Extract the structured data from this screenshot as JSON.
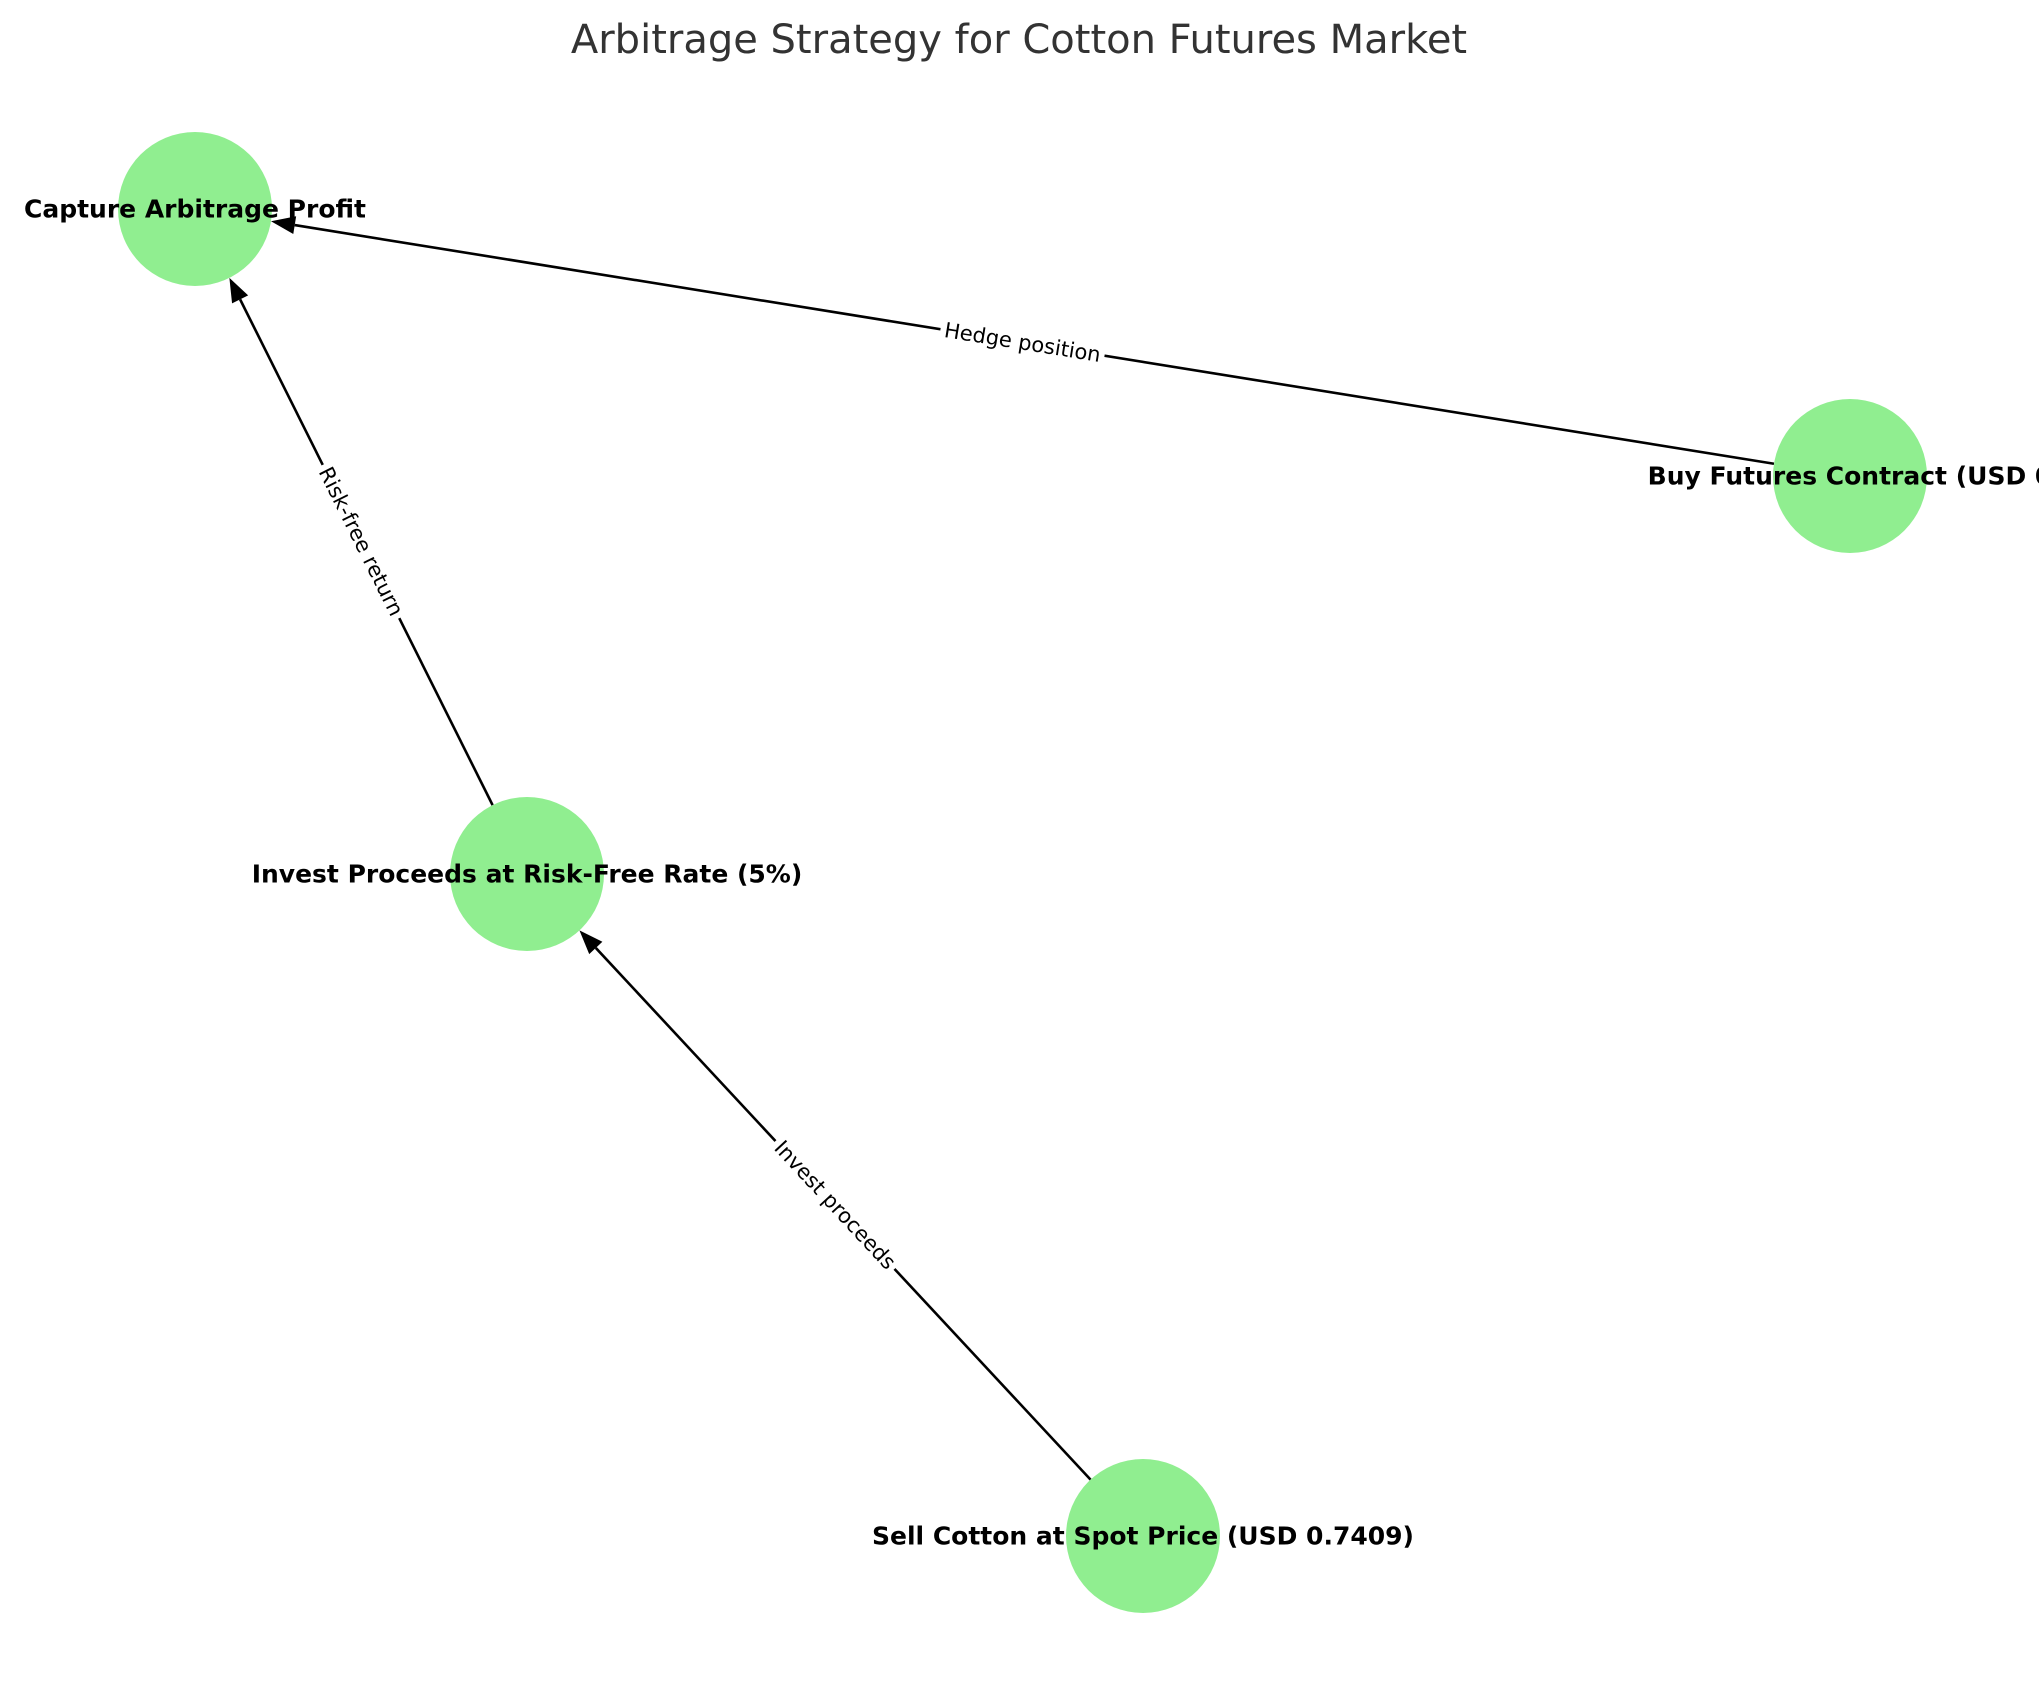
{
  "title": "Arbitrage Strategy for Cotton Futures Market",
  "colors": {
    "node_fill": "#90ee90",
    "edge": "#000000",
    "title": "#333333"
  },
  "nodes": [
    {
      "id": "capture",
      "label": "Capture Arbitrage Profit"
    },
    {
      "id": "futures",
      "label": "Buy Futures Contract (USD 0"
    },
    {
      "id": "invest",
      "label": "Invest Proceeds at Risk-Free Rate (5%)"
    },
    {
      "id": "sell",
      "label": "Sell Cotton at Spot Price (USD 0.7409)"
    }
  ],
  "edges": [
    {
      "from": "futures",
      "to": "capture",
      "label": "Hedge position"
    },
    {
      "from": "invest",
      "to": "capture",
      "label": "Risk-free return"
    },
    {
      "from": "sell",
      "to": "invest",
      "label": "Invest proceeds"
    }
  ]
}
